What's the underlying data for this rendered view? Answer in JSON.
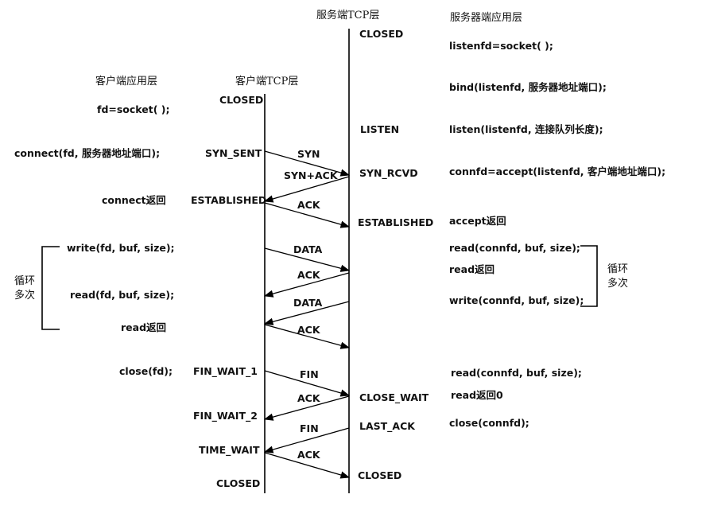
{
  "headers": {
    "client_app": "客户端应用层",
    "client_tcp": "客户端TCP层",
    "server_tcp": "服务端TCP层",
    "server_app": "服务器端应用层"
  },
  "client_app_calls": {
    "socket": "fd=socket( );",
    "connect": "connect(fd, 服务器地址端口);",
    "connect_return": "connect返回",
    "write": "write(fd, buf, size);",
    "read": "read(fd, buf, size);",
    "read_return": "read返回",
    "close": "close(fd);",
    "loop": [
      "循环",
      "多次"
    ]
  },
  "client_states": {
    "closed_start": "CLOSED",
    "syn_sent": "SYN_SENT",
    "established": "ESTABLISHED",
    "fin_wait_1": "FIN_WAIT_1",
    "fin_wait_2": "FIN_WAIT_2",
    "time_wait": "TIME_WAIT",
    "closed_end": "CLOSED"
  },
  "server_states": {
    "closed_start": "CLOSED",
    "listen": "LISTEN",
    "syn_rcvd": "SYN_RCVD",
    "established": "ESTABLISHED",
    "close_wait": "CLOSE_WAIT",
    "last_ack": "LAST_ACK",
    "closed_end": "CLOSED"
  },
  "server_app_calls": {
    "socket": "listenfd=socket( );",
    "bind": "bind(listenfd, 服务器地址端口);",
    "listen": "listen(listenfd, 连接队列长度);",
    "accept": "connfd=accept(listenfd, 客户端地址端口);",
    "accept_return": "accept返回",
    "read": "read(connfd, buf, size);",
    "read_return": "read返回",
    "write": "write(connfd, buf, size);",
    "read_fin": "read(connfd, buf, size);",
    "read_return_zero": "read返回0",
    "close": "close(connfd);",
    "loop": [
      "循环",
      "多次"
    ]
  },
  "messages": [
    {
      "label": "SYN",
      "direction": "client-to-server"
    },
    {
      "label": "SYN+ACK",
      "direction": "server-to-client"
    },
    {
      "label": "ACK",
      "direction": "client-to-server"
    },
    {
      "label": "DATA",
      "direction": "client-to-server"
    },
    {
      "label": "ACK",
      "direction": "server-to-client"
    },
    {
      "label": "DATA",
      "direction": "server-to-client"
    },
    {
      "label": "ACK",
      "direction": "client-to-server"
    },
    {
      "label": "FIN",
      "direction": "client-to-server"
    },
    {
      "label": "ACK",
      "direction": "server-to-client"
    },
    {
      "label": "FIN",
      "direction": "server-to-client"
    },
    {
      "label": "ACK",
      "direction": "client-to-server"
    }
  ]
}
